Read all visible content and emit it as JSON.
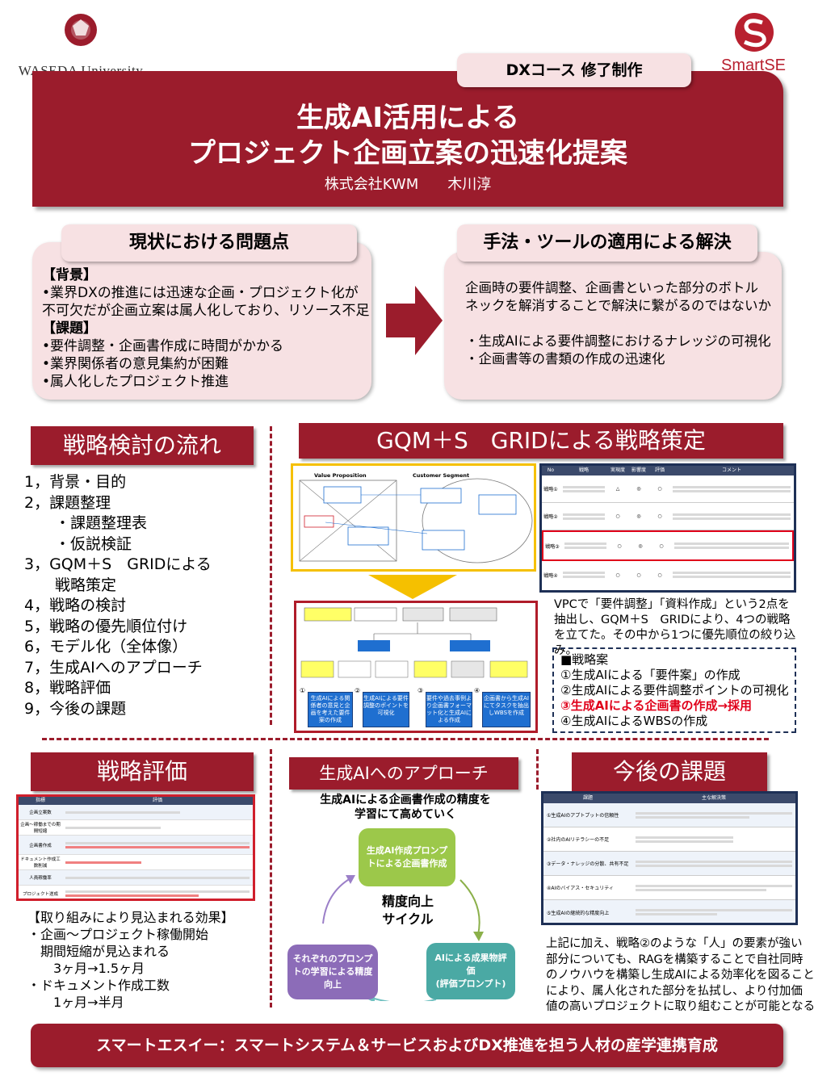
{
  "header": {
    "university": "WASEDA University",
    "brand": "SmartSE",
    "badge": "DXコース 修了制作",
    "title_line1": "生成AI活用による",
    "title_line2": "プロジェクト企画立案の迅速化提案",
    "author": "株式会社KWM　　木川淳"
  },
  "problem": {
    "title": "現状における問題点",
    "background_heading": "【背景】",
    "background_line1": "•業界DXの推進には迅速な企画・プロジェクト化が",
    "background_line2": "不可欠だが企画立案は属人化しており、リソース不足",
    "issue_heading": "【課題】",
    "issue_items": [
      "•要件調整・企画書作成に時間がかかる",
      "•業界関係者の意見集約が困難",
      "•属人化したプロジェクト推進"
    ]
  },
  "solution": {
    "title": "手法・ツールの適用による解決",
    "line1": "企画時の要件調整、企画書といった部分のボトル",
    "line2": "ネックを解消することで解決に繋がるのではないか",
    "items": [
      "・生成AIによる要件調整におけるナレッジの可視化",
      "・企画書等の書類の作成の迅速化"
    ]
  },
  "flow": {
    "title": "戦略検討の流れ",
    "items": [
      "1，背景・目的",
      "2，課題整理",
      "　　・課題整理表",
      "　　・仮説検証",
      "3，GQM＋S　GRIDによる",
      "　　戦略策定",
      "4，戦略の検討",
      "5，戦略の優先順位付け",
      "6，モデル化（全体像）",
      "7，生成AIへのアプローチ",
      "8，戦略評価",
      "9，今後の課題"
    ]
  },
  "gqm": {
    "title": "GQM＋S　GRIDによる戦略策定",
    "vpc_label_left": "Value Proposition",
    "vpc_label_right": "Customer Segment",
    "table_headers": [
      "No",
      "戦略",
      "実現度",
      "影響度",
      "評価",
      "コメント"
    ],
    "table_rows": [
      "戦略①",
      "戦略②",
      "戦略③",
      "戦略④"
    ],
    "grid_nodes": [
      "①",
      "②",
      "③",
      "④"
    ],
    "grid_node_texts": [
      "生成AIによる関係者の意見と企画を考えた要件案の作成",
      "生成AIによる要件調整のポイントを可視化",
      "要件や過去事例より企画書フォーマット化と生成AIによる作成",
      "企画書から生成AIにてタスクを抽出しWBSを作成"
    ],
    "description": "VPCで「要件調整」「資料作成」という2点を抽出し、GQM＋S　GRIDにより、4つの戦略を立てた。その中から1つに優先順位の絞り込み。",
    "plans_heading": "■戦略案",
    "plans": [
      "①生成AIによる「要件案」の作成",
      "②生成AIによる要件調整ポイントの可視化",
      "③生成AIによる企画書の作成→採用",
      "④生成AIによるWBSの作成"
    ]
  },
  "evaluation": {
    "title": "戦略評価",
    "table_headers": [
      "指標",
      "評価"
    ],
    "table_rows": [
      "企画立案数",
      "企画〜稼働までの期間短縮",
      "企画書作成",
      "ドキュメント作成工数削減",
      "人員稼働率",
      "プロジェクト遂成"
    ],
    "effects": [
      "【取り組みにより見込まれる効果】",
      "・企画〜プロジェクト稼働開始",
      "　期間短縮が見込まれる",
      "　　3ヶ月→1.5ヶ月",
      "・ドキュメント作成工数",
      "　　1ヶ月→半月"
    ]
  },
  "approach": {
    "title": "生成AIへのアプローチ",
    "subtitle_line1": "生成AIによる企画書作成の精度を",
    "subtitle_line2": "学習にて高めていく",
    "node_top": "生成AI作成プロンプトによる企画書作成",
    "node_right_line1": "AIによる成果物評価",
    "node_right_line2": "(評価プロンプト)",
    "node_left": "それぞれのプロンプトの学習による精度向上",
    "center_line1": "精度向上",
    "center_line2": "サイクル"
  },
  "future": {
    "title": "今後の課題",
    "table_headers": [
      "課題",
      "主な解決策"
    ],
    "table_rows": [
      "①生成AIのアプトプットの信頼性",
      "②社内のAIリテラシーの不足",
      "③データ・ナレッジの分散、共有不足",
      "④AIのバイアス・セキュリティ",
      "⑤生成AIの継続的な精度向上"
    ],
    "text_lines": [
      "上記に加え、戦略②のような「人」の要素が強い",
      "部分についても、RAGを構築することで自社同時",
      "のノウハウを構築し生成AIによる効率化を図ること",
      "により、属人化された部分を払拭し、より付加価",
      "値の高いプロジェクトに取り組むことが可能となる。"
    ]
  },
  "footer": {
    "text": "スマートエスイー：スマートシステム＆サービスおよびDX推進を担う人材の産学連携育成"
  },
  "colors": {
    "maroon": "#9b1c2c",
    "pink": "#f7e1e3",
    "highlight_red": "#e0001a",
    "navy": "#1e3056",
    "gold": "#f5c000"
  }
}
